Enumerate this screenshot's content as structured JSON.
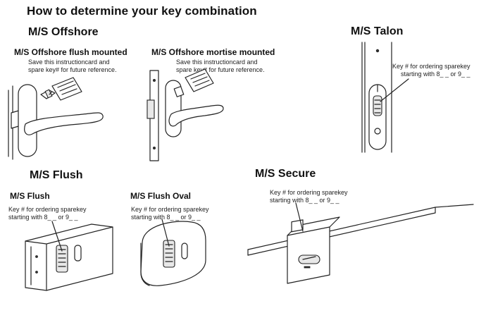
{
  "page": {
    "title": "How to determine your key combination"
  },
  "offshore": {
    "heading": "M/S Offshore",
    "flush": {
      "title": "M/S Offshore flush mounted",
      "note_line1": "Save this instructioncard and",
      "note_line2": "spare key# for future reference."
    },
    "mortise": {
      "title": "M/S Offshore mortise mounted",
      "note_line1": "Save this instructioncard and",
      "note_line2": "spare key# for future reference."
    }
  },
  "talon": {
    "heading": "M/S Talon",
    "note_line1": "Key # for ordering sparekey",
    "note_line2": "starting with 8_ _ or 9_ _"
  },
  "flush_section": {
    "heading": "M/S Flush",
    "flush": {
      "title": "M/S Flush",
      "note_line1": "Key # for ordering sparekey",
      "note_line2": "starting with 8_ _ or 9_ _"
    },
    "flush_oval": {
      "title": "M/S Flush Oval",
      "note_line1": "Key # for ordering sparekey",
      "note_line2": "starting with 8_ _ or 9_ _"
    }
  },
  "secure": {
    "heading": "M/S Secure",
    "note_line1": "Key # for ordering sparekey",
    "note_line2": "starting with 8_ _ or 9_ _"
  },
  "icons": [
    "door-handle-icon",
    "key-icon",
    "instruction-card-icon",
    "lock-plate-icon",
    "keypad-icon",
    "latch-icon",
    "hasp-icon"
  ]
}
